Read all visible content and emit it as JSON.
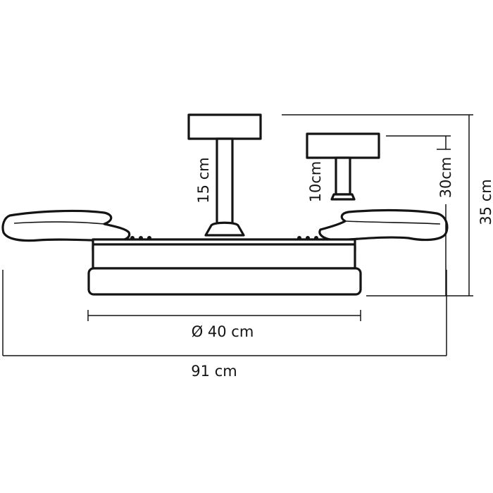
{
  "dimensions": {
    "short_downrod": "10cm",
    "long_downrod": "15 cm",
    "height_short": "30cm",
    "height_long": "35 cm",
    "body_diameter": "Ø 40 cm",
    "blade_span": "91 cm"
  },
  "colors": {
    "line": "#141414",
    "background": "#ffffff"
  }
}
